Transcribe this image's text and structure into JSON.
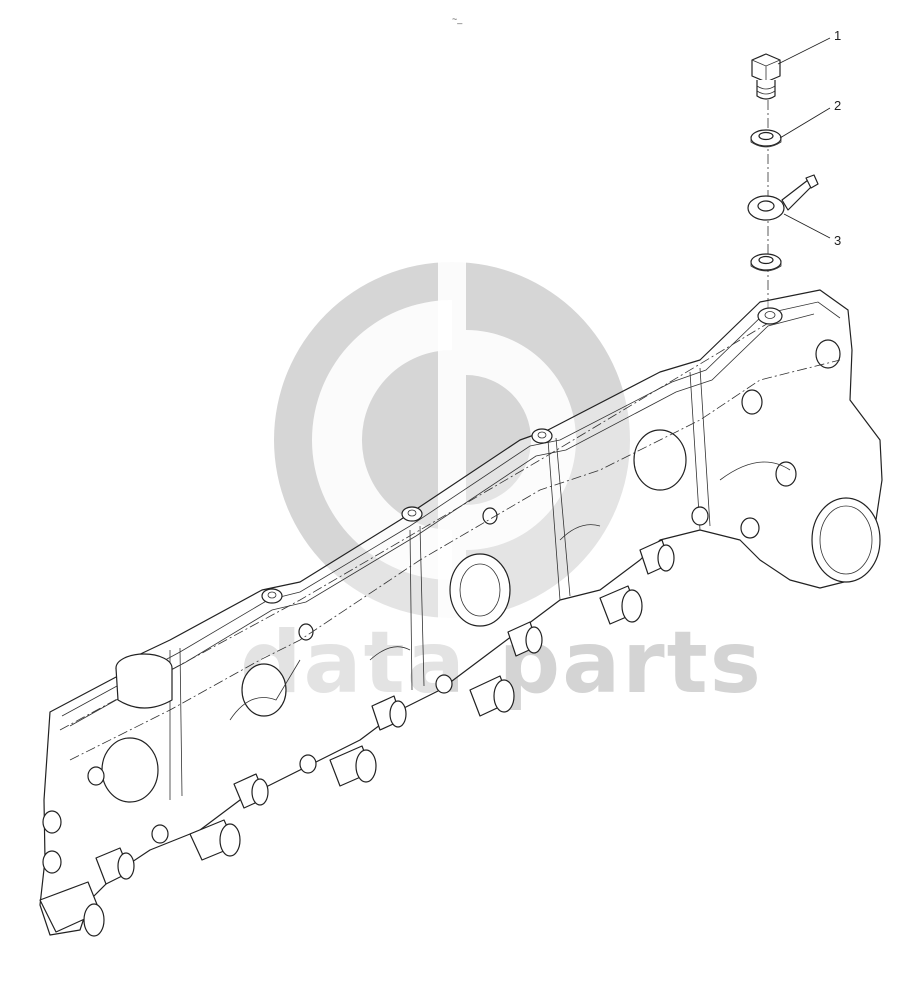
{
  "diagram": {
    "top_mark": "~_",
    "callouts": [
      {
        "number": "1"
      },
      {
        "number": "2"
      },
      {
        "number": "3"
      }
    ]
  },
  "watermark": {
    "text": "data parts",
    "color": "#d4d4d4"
  }
}
